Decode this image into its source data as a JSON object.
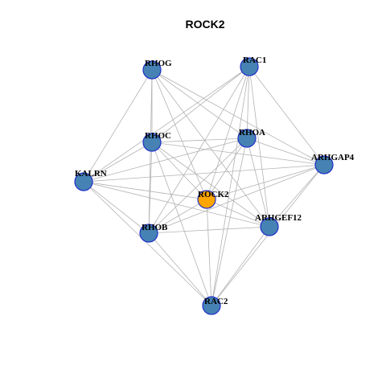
{
  "title": "ROCK2",
  "colors": {
    "node_fill": "#4682b4",
    "focus_node_fill": "#ffa500",
    "node_border": "#1f2fc8",
    "edge": "#b3b3b3"
  },
  "graph": {
    "focus": "ROCK2",
    "nodes": [
      {
        "id": "RHOG",
        "label": "RHOG"
      },
      {
        "id": "RAC1",
        "label": "RAC1"
      },
      {
        "id": "RHOC",
        "label": "RHOC"
      },
      {
        "id": "RHOA",
        "label": "RHOA"
      },
      {
        "id": "ARHGAP4",
        "label": "ARHGAP4"
      },
      {
        "id": "KALRN",
        "label": "KALRN"
      },
      {
        "id": "ROCK2",
        "label": "ROCK2"
      },
      {
        "id": "RHOB",
        "label": "RHOB"
      },
      {
        "id": "ARHGEF12",
        "label": "ARHGEF12"
      },
      {
        "id": "RAC2",
        "label": "RAC2"
      }
    ],
    "edges": [
      [
        "RHOG",
        "RHOC"
      ],
      [
        "RHOG",
        "RHOB"
      ],
      [
        "RHOG",
        "KALRN"
      ],
      [
        "RHOG",
        "ARHGAP4"
      ],
      [
        "RHOG",
        "ARHGEF12"
      ],
      [
        "RHOG",
        "ROCK2"
      ],
      [
        "RHOG",
        "RHOA"
      ],
      [
        "RAC1",
        "RHOC"
      ],
      [
        "RAC1",
        "RHOA"
      ],
      [
        "RAC1",
        "KALRN"
      ],
      [
        "RAC1",
        "RHOB"
      ],
      [
        "RAC1",
        "ROCK2"
      ],
      [
        "RAC1",
        "ARHGAP4"
      ],
      [
        "RAC1",
        "ARHGEF12"
      ],
      [
        "RAC1",
        "RAC2"
      ],
      [
        "RHOC",
        "RHOA"
      ],
      [
        "RHOC",
        "KALRN"
      ],
      [
        "RHOC",
        "RHOB"
      ],
      [
        "RHOC",
        "ROCK2"
      ],
      [
        "RHOC",
        "ARHGEF12"
      ],
      [
        "RHOC",
        "RAC2"
      ],
      [
        "RHOC",
        "ARHGAP4"
      ],
      [
        "RHOA",
        "KALRN"
      ],
      [
        "RHOA",
        "RHOB"
      ],
      [
        "RHOA",
        "ROCK2"
      ],
      [
        "RHOA",
        "ARHGAP4"
      ],
      [
        "RHOA",
        "ARHGEF12"
      ],
      [
        "RHOA",
        "RAC2"
      ],
      [
        "ARHGAP4",
        "KALRN"
      ],
      [
        "ARHGAP4",
        "RHOB"
      ],
      [
        "ARHGAP4",
        "ARHGEF12"
      ],
      [
        "ARHGAP4",
        "RAC2"
      ],
      [
        "ARHGAP4",
        "ROCK2"
      ],
      [
        "KALRN",
        "RHOB"
      ],
      [
        "KALRN",
        "ROCK2"
      ],
      [
        "KALRN",
        "ARHGEF12"
      ],
      [
        "KALRN",
        "RAC2"
      ],
      [
        "ROCK2",
        "RHOB"
      ],
      [
        "ROCK2",
        "ARHGEF12"
      ],
      [
        "ROCK2",
        "RAC2"
      ],
      [
        "RHOB",
        "ARHGEF12"
      ],
      [
        "RHOB",
        "RAC2"
      ],
      [
        "ARHGEF12",
        "RAC2"
      ]
    ]
  }
}
